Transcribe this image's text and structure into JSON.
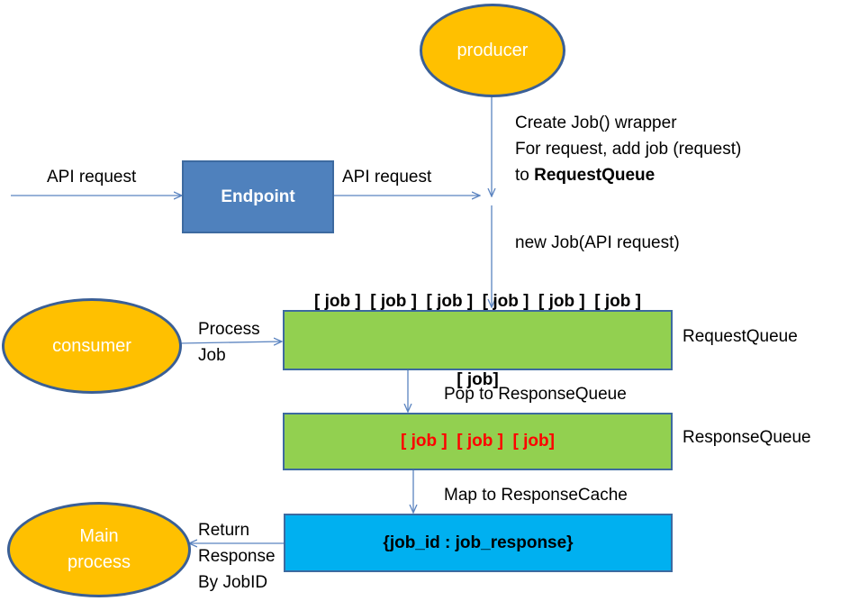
{
  "colors": {
    "ellipse_fill": "#ffc000",
    "ellipse_stroke": "#3a5f96",
    "endpoint_fill": "#4f81bd",
    "queue_fill": "#92d050",
    "cache_fill": "#00b0f0",
    "arrow": "#5b84c0",
    "response_job_text": "#ff0000"
  },
  "nodes": {
    "producer": "producer",
    "consumer": "consumer",
    "main_process": [
      "Main",
      "process"
    ],
    "endpoint": "Endpoint",
    "request_queue": {
      "row1": "[ job ]  [ job ]  [ job ]  [ job ]  [ job ]  [ job ]",
      "row2": "[ job]"
    },
    "response_queue": "[ job ]  [ job ]  [ job]",
    "response_cache": "{job_id : job_response}"
  },
  "labels": {
    "api_request_in": "API request",
    "api_request_out": "API request",
    "producer_note": {
      "line1": "Create Job() wrapper",
      "line2": "For request, add job (request)",
      "line3_prefix": "to ",
      "line3_bold": "RequestQueue"
    },
    "new_job": "new Job(API request)",
    "process_job": [
      "Process",
      "Job"
    ],
    "request_queue_name": "RequestQueue",
    "pop_to_response": "Pop to ResponseQueue",
    "response_queue_name": "ResponseQueue",
    "map_to_cache": "Map to ResponseCache",
    "return_response": [
      "Return",
      "Response",
      "By JobID"
    ]
  }
}
